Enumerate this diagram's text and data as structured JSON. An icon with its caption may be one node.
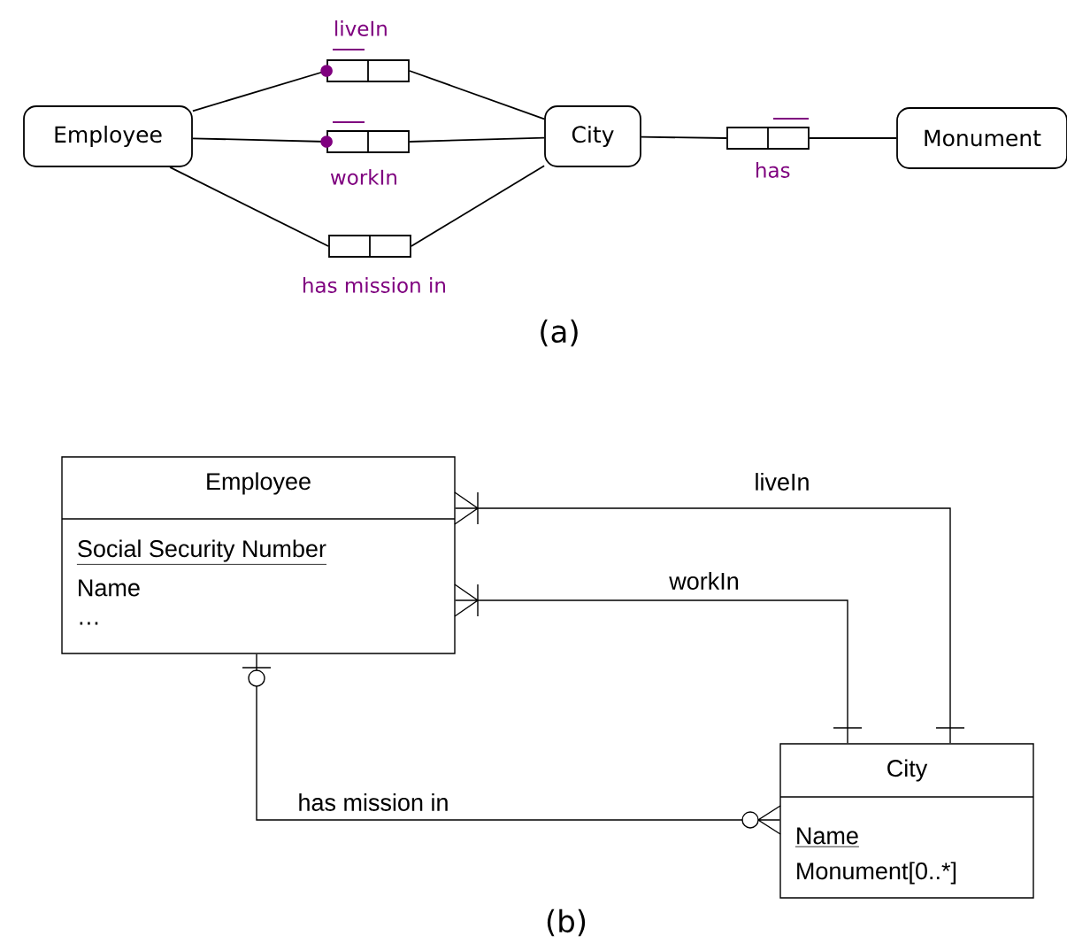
{
  "diagram": {
    "nodes": [
      {
        "text": [
          "Employee"
        ]
      },
      {
        "text": [
          "City"
        ]
      },
      {
        "text": [
          "Monument"
        ]
      },
      {
        "text": [
          "liveIn"
        ]
      },
      {
        "text": [
          "workIn"
        ]
      },
      {
        "text": [
          "has mission in"
        ]
      },
      {
        "text": [
          "has"
        ]
      },
      {
        "text": [
          "Employee",
          "Social Security Number",
          "Name",
          "…"
        ]
      },
      {
        "text": [
          "City",
          "Name",
          "Monument[0..*]"
        ]
      }
    ],
    "edges": [
      {
        "from": 0,
        "to": 3,
        "arrow": "other"
      },
      {
        "from": 3,
        "to": 1,
        "arrow": "none"
      },
      {
        "from": 0,
        "to": 4,
        "arrow": "other"
      },
      {
        "from": 4,
        "to": 1,
        "arrow": "none"
      },
      {
        "from": 0,
        "to": 5,
        "arrow": "none"
      },
      {
        "from": 5,
        "to": 1,
        "arrow": "none"
      },
      {
        "from": 1,
        "to": 6,
        "arrow": "none"
      },
      {
        "from": 6,
        "to": 2,
        "arrow": "none"
      },
      {
        "from": 7,
        "to": 8,
        "arrow": "other",
        "label": "liveIn"
      },
      {
        "from": 7,
        "to": 8,
        "arrow": "other",
        "label": "workIn"
      },
      {
        "from": 7,
        "to": 8,
        "arrow": "other",
        "label": "has mission in"
      }
    ],
    "labels": [
      "(a)",
      "(b)"
    ]
  }
}
